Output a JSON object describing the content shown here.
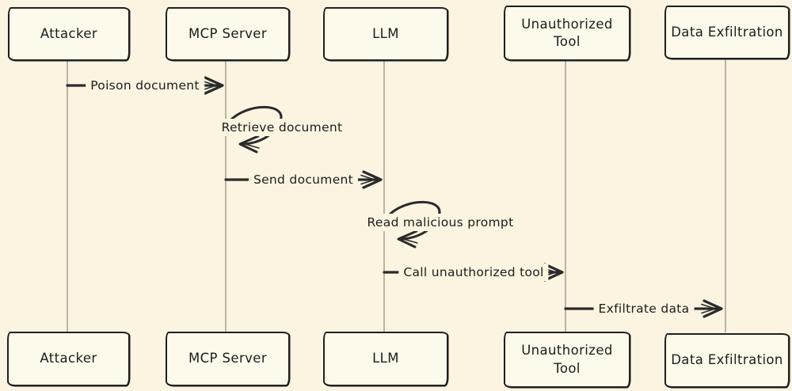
{
  "diagram": {
    "type": "sequence-diagram",
    "style": "hand-drawn",
    "theme": {
      "background_color": "#faf4e1",
      "box_fill_color": "#fefaeb",
      "border_color": "#1f1f1f",
      "arrow_color": "#2a2a2a",
      "lifeline_color": "#a8a396"
    },
    "actors": [
      {
        "label": "Attacker"
      },
      {
        "label": "MCP Server"
      },
      {
        "label": "LLM"
      },
      {
        "label": "Unauthorized Tool"
      },
      {
        "label": "Data Exfiltration"
      }
    ],
    "messages": [
      {
        "from": "Attacker",
        "to": "MCP Server",
        "label": "Poison document",
        "kind": "arrow"
      },
      {
        "from": "MCP Server",
        "to": "MCP Server",
        "label": "Retrieve document",
        "kind": "self-loop"
      },
      {
        "from": "MCP Server",
        "to": "LLM",
        "label": "Send document",
        "kind": "arrow"
      },
      {
        "from": "LLM",
        "to": "LLM",
        "label": "Read malicious prompt",
        "kind": "self-loop"
      },
      {
        "from": "LLM",
        "to": "Unauthorized Tool",
        "label": "Call unauthorized tool",
        "kind": "arrow"
      },
      {
        "from": "Unauthorized Tool",
        "to": "Data Exfiltration",
        "label": "Exfiltrate data",
        "kind": "arrow"
      }
    ]
  }
}
